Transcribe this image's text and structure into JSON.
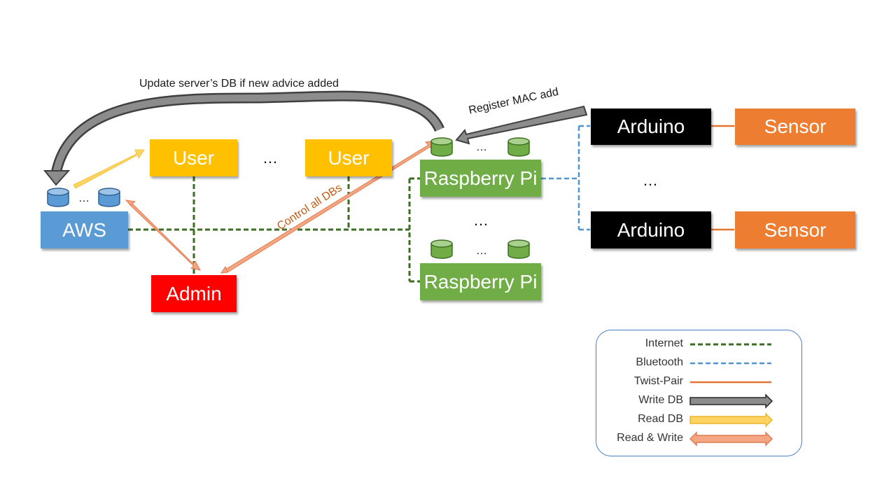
{
  "nodes": {
    "aws": "AWS",
    "user1": "User",
    "user2": "User",
    "admin": "Admin",
    "rpi1": "Raspberry Pi",
    "rpi2": "Raspberry Pi",
    "arduino1": "Arduino",
    "arduino2": "Arduino",
    "sensor1": "Sensor",
    "sensor2": "Sensor"
  },
  "ellipsis": "…",
  "annotations": {
    "update_server": "Update server’s DB if new advice added",
    "register_mac": "Register MAC add",
    "control_dbs": "Control all DBs"
  },
  "legend": [
    {
      "label": "Internet",
      "style": "dashed",
      "color": "#3b6e22"
    },
    {
      "label": "Bluetooth",
      "style": "dashed",
      "color": "#4f95d2"
    },
    {
      "label": "Twist-Pair",
      "style": "solid",
      "color": "#e57632"
    },
    {
      "label": "Write DB",
      "style": "arrow",
      "color": "#7f7f7f"
    },
    {
      "label": "Read DB",
      "style": "arrow",
      "color": "#fbd461"
    },
    {
      "label": "Read & Write",
      "style": "double-arrow",
      "color": "#f4a582"
    }
  ],
  "colors": {
    "aws": "#5b9bd5",
    "user": "#ffc000",
    "admin": "#ff0000",
    "rpi": "#70ad47",
    "arduino": "#000000",
    "sensor": "#ed7d31"
  }
}
